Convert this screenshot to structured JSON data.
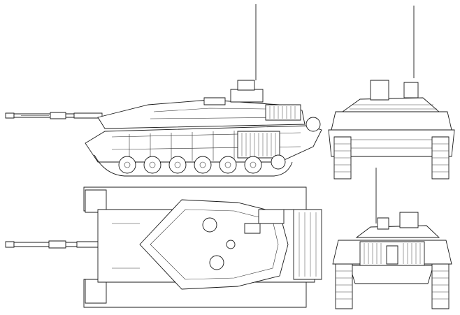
{
  "drawing": {
    "subject": "tank",
    "background_color": "#ffffff",
    "line_color": "#1a1a1a",
    "views": [
      {
        "key": "side",
        "label": ""
      },
      {
        "key": "front",
        "label": ""
      },
      {
        "key": "top",
        "label": ""
      },
      {
        "key": "rear",
        "label": ""
      }
    ]
  }
}
